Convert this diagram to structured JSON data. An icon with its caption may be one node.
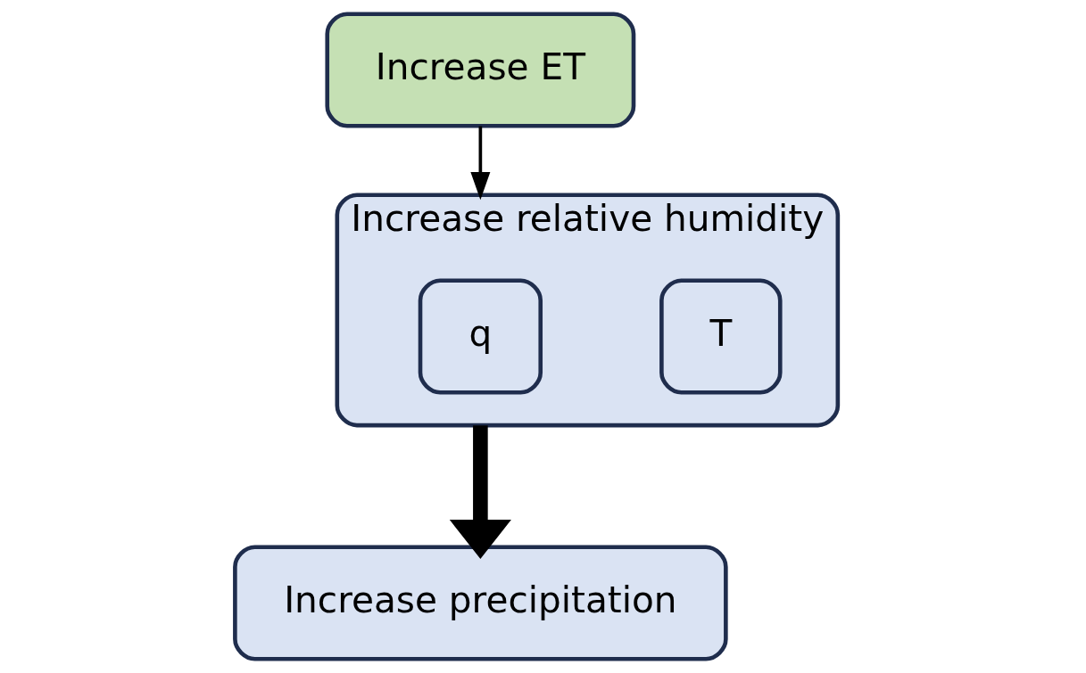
{
  "diagram": {
    "nodes": [
      {
        "text": [
          "Increase ET"
        ]
      },
      {
        "text": [
          "Increase relative humidity"
        ]
      },
      {
        "text": [
          "T"
        ],
        "in": 1
      },
      {
        "text": [
          "q"
        ],
        "in": 1
      },
      {
        "text": [
          "Increase precipitation"
        ]
      }
    ],
    "edges": [
      {
        "from": 0,
        "to": 1,
        "arrow": "to"
      },
      {
        "from": 1,
        "to": 4,
        "arrow": "to",
        "style": "thick"
      }
    ]
  }
}
